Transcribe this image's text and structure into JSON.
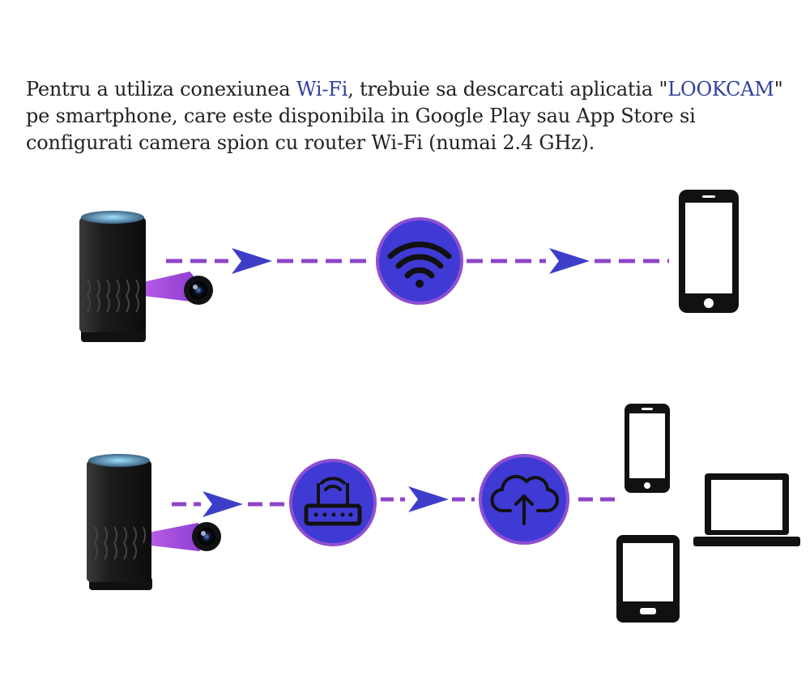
{
  "intro": {
    "t1": "Pentru a utiliza conexiunea ",
    "wifi": "Wi-Fi",
    "t2": ", trebuie sa descarcati aplicatia \"",
    "app": "LOOKCAM",
    "t3": "\" pe smartphone, care este disponibila in Google Play sau App Store si configurati camera spion cu router Wi-Fi (numai 2.4 GHz)."
  },
  "colors": {
    "text": "#222222",
    "highlight": "#2f3f9c",
    "circle": "#3f3ad4",
    "circle_border": "#8e4fd0",
    "dash": "#8e44c8",
    "arrow": "#3d3ec8",
    "device": "#111111"
  },
  "diagram": {
    "direct_mode": {
      "source": "camera-air-purifier",
      "hub": "wifi-icon",
      "target": "smartphone-icon"
    },
    "cloud_mode": {
      "source": "camera-air-purifier",
      "hubs": [
        "router-icon",
        "cloud-upload-icon"
      ],
      "targets": [
        "smartphone-icon",
        "laptop-icon",
        "tablet-icon"
      ]
    }
  }
}
